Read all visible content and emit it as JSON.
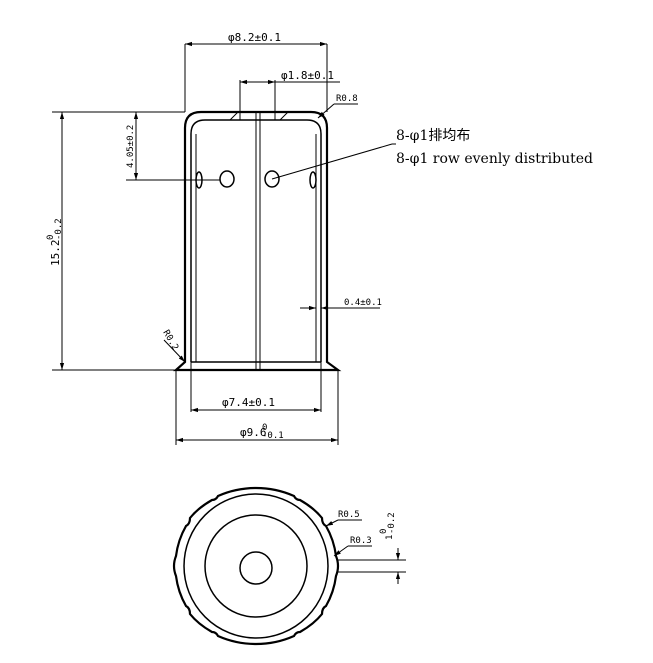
{
  "dimensions": {
    "outer_diameter": "φ8.2±0.1",
    "hole_pitch_width": "φ1.8±0.1",
    "top_radius": "R0.8",
    "hole_height": "4.05±0.2",
    "total_height_base": "15.2",
    "total_height_upper": "0",
    "total_height_lower": "-0.2",
    "wall_thickness": "0.4±0.1",
    "bottom_radius": "R0.2",
    "inner_diameter": "φ7.4±0.1",
    "flange_diameter_base": "φ9.6",
    "flange_diameter_upper": "0",
    "flange_diameter_lower": "-0.1",
    "notch_radius_outer": "R0.5",
    "notch_radius_inner": "R0.3",
    "notch_width_base": "1",
    "notch_width_upper": "0",
    "notch_width_lower": "-0.2"
  },
  "note": {
    "line_cn": "8-φ1排均布",
    "line_en": "8-φ1 row evenly distributed"
  }
}
